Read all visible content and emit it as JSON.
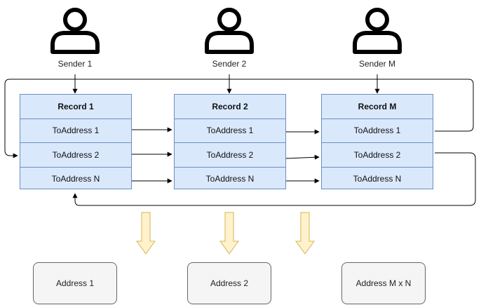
{
  "senders": [
    {
      "label": "Sender 1"
    },
    {
      "label": "Sender 2"
    },
    {
      "label": "Sender M"
    }
  ],
  "records": [
    {
      "title": "Record 1",
      "rows": [
        "ToAddress 1",
        "ToAddress 2",
        "ToAddress N"
      ]
    },
    {
      "title": "Record 2",
      "rows": [
        "ToAddress 1",
        "ToAddress 2",
        "ToAddress N"
      ]
    },
    {
      "title": "Record M",
      "rows": [
        "ToAddress 1",
        "ToAddress 2",
        "ToAddress N"
      ]
    }
  ],
  "addresses": [
    {
      "label": "Address 1"
    },
    {
      "label": "Address 2"
    },
    {
      "label": "Address M x N"
    }
  ],
  "icons": {
    "sender": "user-icon",
    "down": "block-arrow-down-icon"
  },
  "colors": {
    "record_fill": "#dae8fc",
    "record_stroke": "#6c8ebf",
    "arrow_fill": "#fff2cc",
    "arrow_stroke": "#d6b656",
    "address_fill": "#f5f5f5"
  }
}
